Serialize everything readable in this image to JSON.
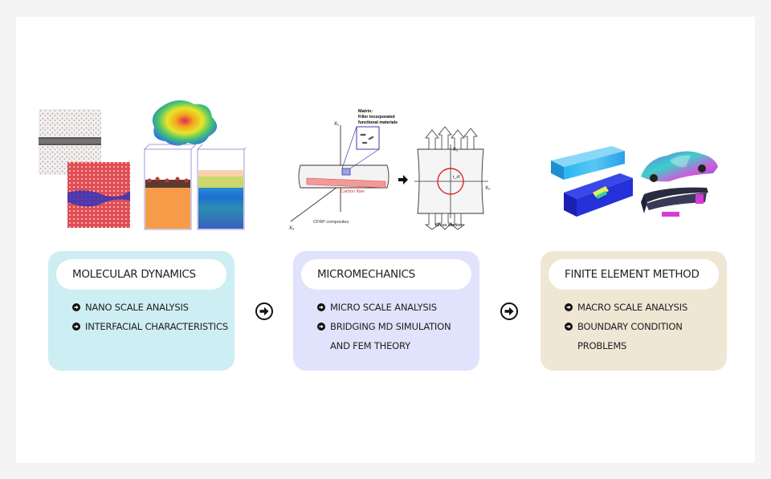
{
  "stages": [
    {
      "title": "MOLECULAR DYNAMICS",
      "bg": "#cdeef2",
      "items": [
        "NANO SCALE ANALYSIS",
        "INTERFACIAL CHARACTERISTICS"
      ]
    },
    {
      "title": "MICROMECHANICS",
      "bg": "#e1e2fb",
      "items": [
        "MICRO SCALE ANALYSIS",
        "BRIDGING MD SIMULATION AND FEM THEORY"
      ]
    },
    {
      "title": "FINITE ELEMENT METHOD",
      "bg": "#efe6d4",
      "items": [
        "MACRO SCALE ANALYSIS",
        "BOUNDARY CONDITION PROBLEMS"
      ]
    }
  ],
  "micro_figure": {
    "matrix_label": "Matrix:",
    "matrix_sub1": "Filler incorporated",
    "matrix_sub2": "functional materials",
    "carbon_fiber": "Carbon fiber",
    "cfrp": "CFRP composites",
    "cross_section": "Cross section",
    "x1": "X₁",
    "x2": "X₂",
    "x3": "X₃",
    "x1b": "X₁",
    "x2b": "X₂",
    "rcf": "r_cf"
  },
  "icons": [
    "arrow-right-circle-icon",
    "bullet-arrow-icon"
  ]
}
